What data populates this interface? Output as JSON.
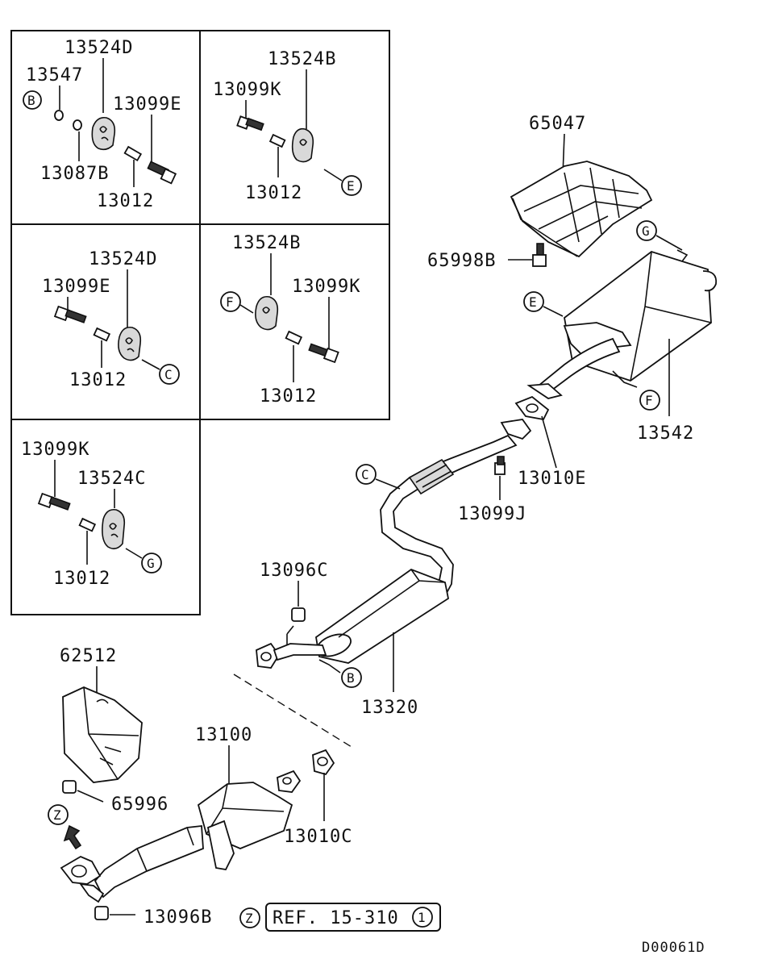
{
  "labels": {
    "p13524D_a": "13524D",
    "p13547": "13547",
    "p13099E_a": "13099E",
    "p13087B": "13087B",
    "p13012_a": "13012",
    "p13524B_a": "13524B",
    "p13099K_a": "13099K",
    "p13012_b": "13012",
    "p13524D_b": "13524D",
    "p13099E_b": "13099E",
    "p13012_c": "13012",
    "p13524B_b": "13524B",
    "p13099K_b": "13099K",
    "p13012_d": "13012",
    "p13099K_c": "13099K",
    "p13524C": "13524C",
    "p13012_e": "13012",
    "p65047": "65047",
    "p65998B": "65998B",
    "p13542": "13542",
    "p13010E": "13010E",
    "p13099J": "13099J",
    "p13096C": "13096C",
    "p13320": "13320",
    "p62512": "62512",
    "p13100": "13100",
    "p65996": "65996",
    "p13010C": "13010C",
    "p13096B": "13096B",
    "ref": "REF. 15-310",
    "diagram_code": "D00061D"
  },
  "callouts": {
    "B": "B",
    "C": "C",
    "E": "E",
    "F": "F",
    "G": "G",
    "Z": "Z",
    "one": "1"
  }
}
